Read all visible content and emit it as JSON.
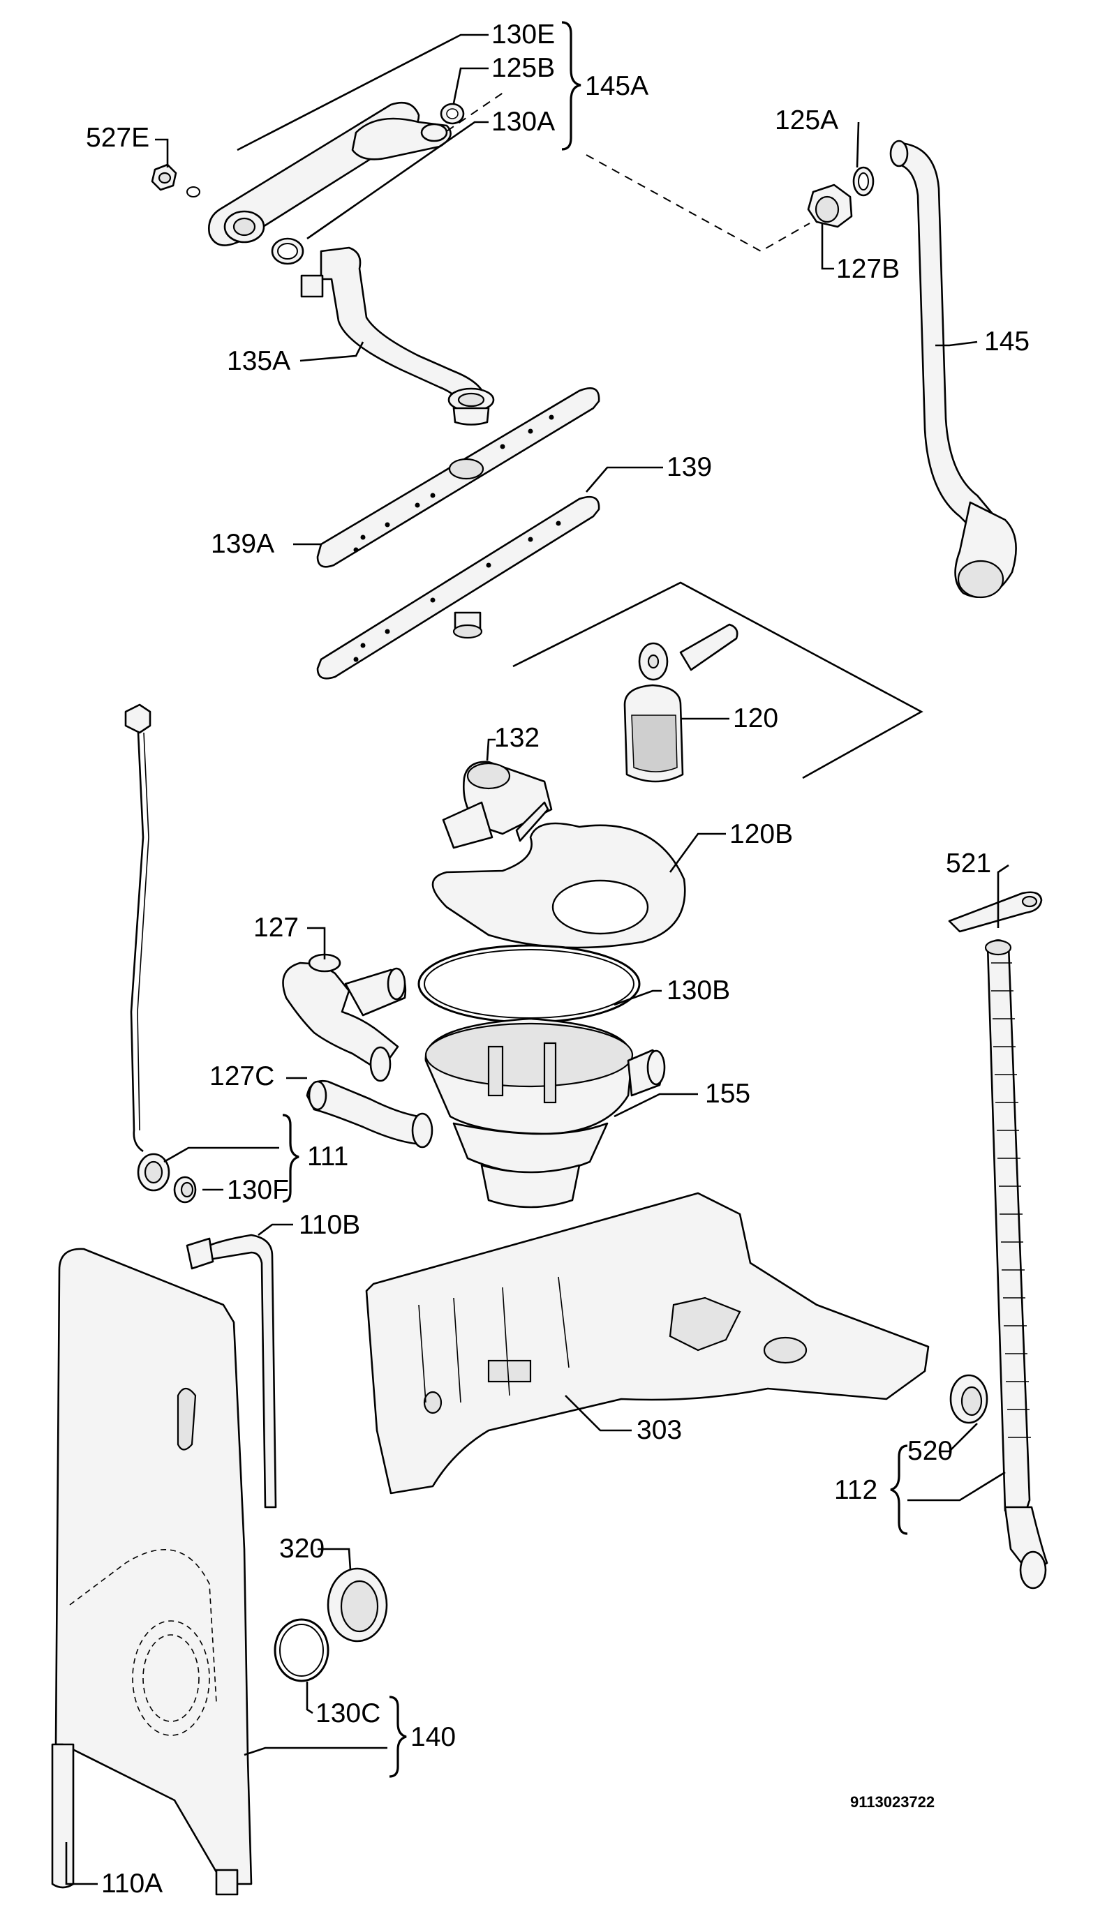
{
  "labels": {
    "l_130e": "130E",
    "l_125b": "125B",
    "l_145a": "145A",
    "l_130a": "130A",
    "l_527e": "527E",
    "l_125a": "125A",
    "l_127b": "127B",
    "l_145": "145",
    "l_135a": "135A",
    "l_139": "139",
    "l_139a": "139A",
    "l_120": "120",
    "l_132": "132",
    "l_120b": "120B",
    "l_521": "521",
    "l_127": "127",
    "l_130b": "130B",
    "l_127c": "127C",
    "l_155": "155",
    "l_130f": "130F",
    "l_111": "111",
    "l_110b": "110B",
    "l_303": "303",
    "l_520": "520",
    "l_112": "112",
    "l_320": "320",
    "l_130c": "130C",
    "l_140": "140",
    "l_110a": "110A"
  },
  "drawing_code": "9113023722"
}
